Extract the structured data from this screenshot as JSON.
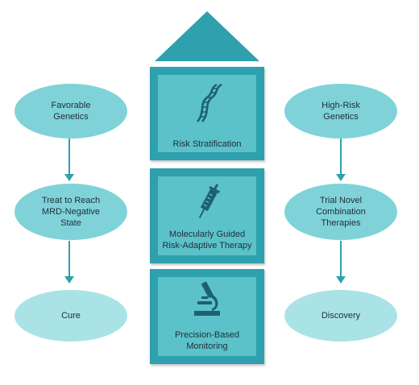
{
  "center_blocks": [
    {
      "label": "Risk Stratification",
      "icon": "dna-icon"
    },
    {
      "label": "Molecularly Guided\nRisk-Adaptive Therapy",
      "icon": "syringe-icon"
    },
    {
      "label": "Precision-Based\nMonitoring",
      "icon": "microscope-icon"
    }
  ],
  "left_column": [
    "Favorable\nGenetics",
    "Treat to Reach\nMRD-Negative\nState",
    "Cure"
  ],
  "right_column": [
    "High-Risk\nGenetics",
    "Trial Novel\nCombination\nTherapies",
    "Discovery"
  ],
  "colors": {
    "dark_teal": "#2fa0ad",
    "block_inner": "#5cc2c9",
    "ellipse_mid": "#7fd3d8",
    "ellipse_light": "#a9e3e6"
  }
}
